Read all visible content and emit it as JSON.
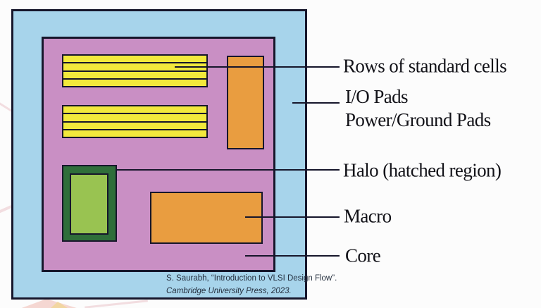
{
  "colors": {
    "chip_ring": "#a7d4eb",
    "core": "#c98fc4",
    "std_cell_row": "#f2e93c",
    "block_orange": "#e99d40",
    "halo": "#2f6e3a",
    "macro_in_halo": "#99c351",
    "outline": "#16162b"
  },
  "figure": {
    "row_groups": 2,
    "rows_per_group": 4
  },
  "labels": {
    "rows": "Rows of standard cells",
    "io_pads": "I/O Pads",
    "power_ground": "Power/Ground Pads",
    "halo": "Halo (hatched region)",
    "macro": "Macro",
    "core": "Core"
  },
  "citation": {
    "line1": "S. Saurabh, “Introduction to VLSI Design Flow”.",
    "line2": "Cambridge University Press, 2023."
  }
}
